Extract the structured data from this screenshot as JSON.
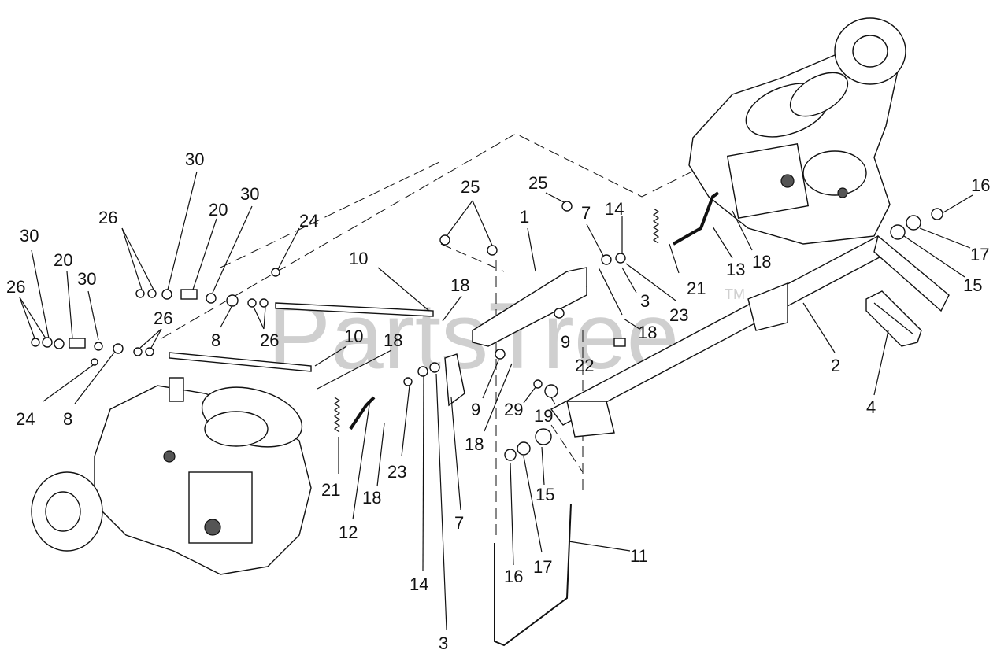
{
  "watermark": {
    "text": "PartsTree",
    "tm": "TM"
  },
  "callouts": [
    {
      "id": "c30a",
      "text": "30"
    },
    {
      "id": "c20a",
      "text": "20"
    },
    {
      "id": "c30b",
      "text": "30"
    },
    {
      "id": "c26a",
      "text": "26"
    },
    {
      "id": "c24a",
      "text": "24"
    },
    {
      "id": "c30c",
      "text": "30"
    },
    {
      "id": "c20b",
      "text": "20"
    },
    {
      "id": "c30d",
      "text": "30"
    },
    {
      "id": "c26b",
      "text": "26"
    },
    {
      "id": "c26c",
      "text": "26"
    },
    {
      "id": "c8a",
      "text": "8"
    },
    {
      "id": "c26d",
      "text": "26"
    },
    {
      "id": "c24b",
      "text": "24"
    },
    {
      "id": "c8b",
      "text": "8"
    },
    {
      "id": "c10a",
      "text": "10"
    },
    {
      "id": "c10b",
      "text": "10"
    },
    {
      "id": "c18a",
      "text": "18"
    },
    {
      "id": "c25a",
      "text": "25"
    },
    {
      "id": "c25b",
      "text": "25"
    },
    {
      "id": "c1",
      "text": "1"
    },
    {
      "id": "c18b",
      "text": "18"
    },
    {
      "id": "c9a",
      "text": "9"
    },
    {
      "id": "c7a",
      "text": "7"
    },
    {
      "id": "c14a",
      "text": "14"
    },
    {
      "id": "c3a",
      "text": "3"
    },
    {
      "id": "c23a",
      "text": "23"
    },
    {
      "id": "c18c",
      "text": "18"
    },
    {
      "id": "c22",
      "text": "22"
    },
    {
      "id": "c21a",
      "text": "21"
    },
    {
      "id": "c13",
      "text": "13"
    },
    {
      "id": "c18d",
      "text": "18"
    },
    {
      "id": "c16a",
      "text": "16"
    },
    {
      "id": "c17a",
      "text": "17"
    },
    {
      "id": "c15a",
      "text": "15"
    },
    {
      "id": "c2",
      "text": "2"
    },
    {
      "id": "c4",
      "text": "4"
    },
    {
      "id": "c9b",
      "text": "9"
    },
    {
      "id": "c29",
      "text": "29"
    },
    {
      "id": "c19",
      "text": "19"
    },
    {
      "id": "c18e",
      "text": "18"
    },
    {
      "id": "c23b",
      "text": "23"
    },
    {
      "id": "c21b",
      "text": "21"
    },
    {
      "id": "c12",
      "text": "12"
    },
    {
      "id": "c18f",
      "text": "18"
    },
    {
      "id": "c14b",
      "text": "14"
    },
    {
      "id": "c7b",
      "text": "7"
    },
    {
      "id": "c3b",
      "text": "3"
    },
    {
      "id": "c15b",
      "text": "15"
    },
    {
      "id": "c16b",
      "text": "16"
    },
    {
      "id": "c17b",
      "text": "17"
    },
    {
      "id": "c11",
      "text": "11"
    }
  ]
}
